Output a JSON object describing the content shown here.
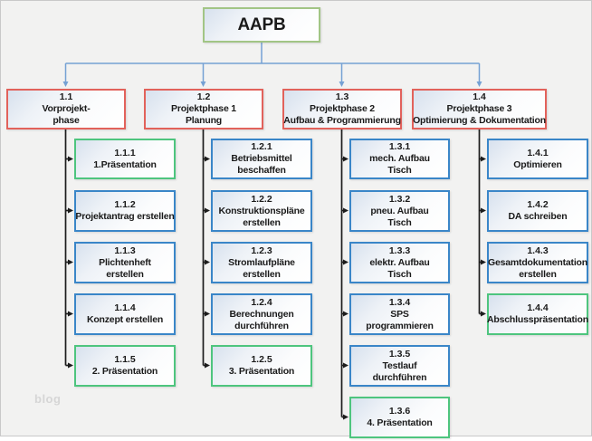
{
  "root": {
    "label": "AAPB"
  },
  "watermark": "blog",
  "colors": {
    "background": "#f2f2f1",
    "root_border": "#a2c585",
    "phase_border": "#e2625b",
    "task_border": "#3a86c8",
    "milestone_border": "#4ec57e",
    "bus_connector": "#75a1d4",
    "branch_connector": "#1c1c1c"
  },
  "phases": [
    {
      "num": "1.1",
      "label": "Vorprojekt-\nphase",
      "children": [
        {
          "num": "1.1.1",
          "label": "1.Präsentation"
        },
        {
          "num": "1.1.2",
          "label": "Projektantrag erstellen"
        },
        {
          "num": "1.1.3",
          "label": "Plichtenheft\nerstellen"
        },
        {
          "num": "1.1.4",
          "label": "Konzept erstellen"
        },
        {
          "num": "1.1.5",
          "label": "2. Präsentation"
        }
      ]
    },
    {
      "num": "1.2",
      "label": "Projektphase 1\nPlanung",
      "children": [
        {
          "num": "1.2.1",
          "label": "Betriebsmittel\nbeschaffen"
        },
        {
          "num": "1.2.2",
          "label": "Konstruktionspläne\nerstellen"
        },
        {
          "num": "1.2.3",
          "label": "Stromlaufpläne\nerstellen"
        },
        {
          "num": "1.2.4",
          "label": "Berechnungen\ndurchführen"
        },
        {
          "num": "1.2.5",
          "label": "3. Präsentation"
        }
      ]
    },
    {
      "num": "1.3",
      "label": "Projektphase 2\nAufbau & Programmierung",
      "children": [
        {
          "num": "1.3.1",
          "label": "mech. Aufbau\nTisch"
        },
        {
          "num": "1.3.2",
          "label": "pneu. Aufbau\nTisch"
        },
        {
          "num": "1.3.3",
          "label": "elektr. Aufbau\nTisch"
        },
        {
          "num": "1.3.4",
          "label": "SPS\nprogrammieren"
        },
        {
          "num": "1.3.5",
          "label": "Testlauf\ndurchführen"
        },
        {
          "num": "1.3.6",
          "label": "4. Präsentation"
        }
      ]
    },
    {
      "num": "1.4",
      "label": "Projektphase 3\nOptimierung & Dokumentation",
      "children": [
        {
          "num": "1.4.1",
          "label": "Optimieren"
        },
        {
          "num": "1.4.2",
          "label": "DA schreiben"
        },
        {
          "num": "1.4.3",
          "label": "Gesamtdokumentation\nerstellen"
        },
        {
          "num": "1.4.4",
          "label": "Abschlusspräsentation"
        }
      ]
    }
  ]
}
